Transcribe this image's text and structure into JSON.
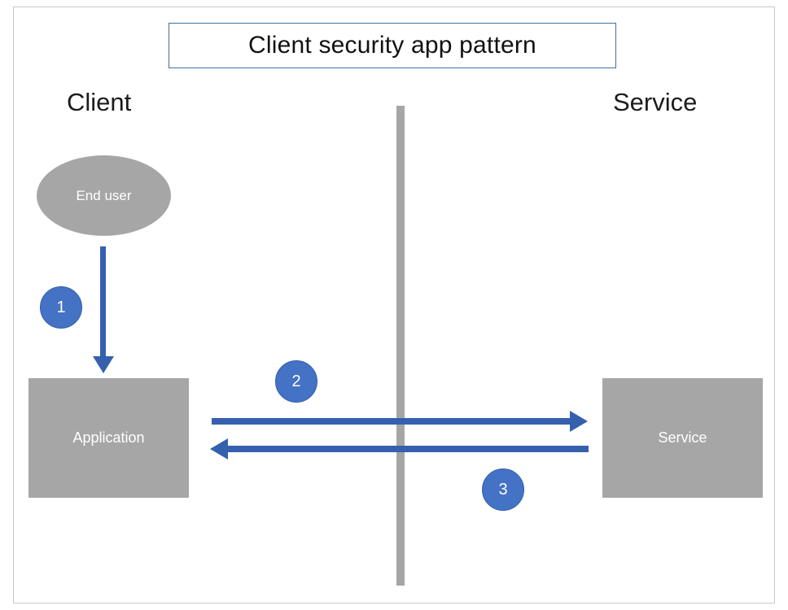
{
  "diagram": {
    "title": "Client security app pattern",
    "lanes": {
      "left": "Client",
      "right": "Service"
    },
    "nodes": {
      "end_user": "End user",
      "application": "Application",
      "service": "Service"
    },
    "steps": {
      "one": "1",
      "two": "2",
      "three": "3"
    },
    "arrows": [
      "end-user-to-application",
      "application-to-service",
      "service-to-application"
    ],
    "colors": {
      "node_gray": "#a6a6a6",
      "divider_gray": "#a6a6a6",
      "arrow_blue": "#3560ad",
      "badge_blue": "#4472c4",
      "title_border": "#41719c",
      "frame_border": "#c9c9c9"
    }
  }
}
